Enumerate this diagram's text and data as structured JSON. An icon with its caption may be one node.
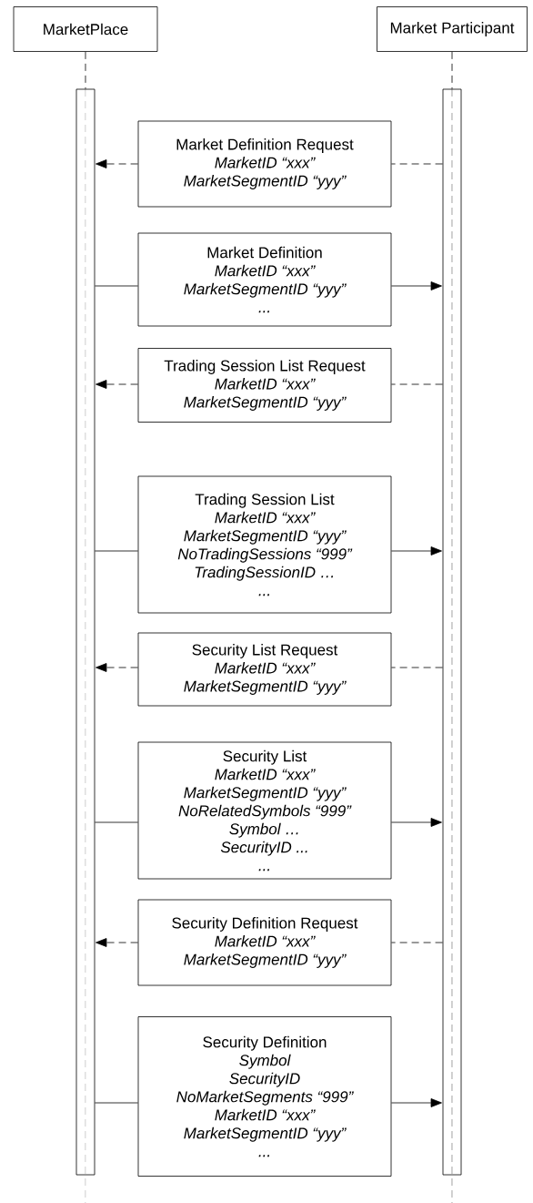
{
  "diagram": {
    "nodes": [
      {
        "text": [
          "MarketPlace"
        ]
      },
      {
        "text": [
          "Market Participant"
        ]
      },
      {
        "text": [],
        "shape": "bar"
      },
      {
        "text": [],
        "shape": "bar"
      },
      {
        "text": [
          "Market Definition Request",
          "MarketID “xxx”",
          "MarketSegmentID “yyy”"
        ]
      },
      {
        "text": [
          "Market Definition",
          "MarketID “xxx”",
          "MarketSegmentID “yyy”",
          "..."
        ]
      },
      {
        "text": [
          "Trading Session List Request",
          "MarketID “xxx”",
          "MarketSegmentID “yyy”"
        ]
      },
      {
        "text": [
          "Trading Session List",
          "MarketID “xxx”",
          "MarketSegmentID “yyy”",
          "NoTradingSessions “999”",
          "TradingSessionID …",
          "..."
        ]
      },
      {
        "text": [
          "Security List Request",
          "MarketID “xxx”",
          "MarketSegmentID “yyy”"
        ]
      },
      {
        "text": [
          "Security List",
          "MarketID “xxx”",
          "MarketSegmentID “yyy”",
          "NoRelatedSymbols “999”",
          "Symbol …",
          "SecurityID ...",
          "..."
        ]
      },
      {
        "text": [
          "Security Definition Request",
          "MarketID “xxx”",
          "MarketSegmentID “yyy”"
        ]
      },
      {
        "text": [
          "Security Definition",
          "Symbol",
          "SecurityID",
          "NoMarketSegments “999”",
          "MarketID “xxx”",
          "MarketSegmentID “yyy”",
          "..."
        ]
      }
    ],
    "edges": [
      {
        "from": 0,
        "to": 2,
        "arrow": "none",
        "style": "dashed"
      },
      {
        "from": 1,
        "to": 3,
        "arrow": "none",
        "style": "dashed"
      },
      {
        "from": 3,
        "to": 4,
        "arrow": "none",
        "style": "dashed"
      },
      {
        "from": 4,
        "to": 2,
        "arrow": "to",
        "style": "dashed"
      },
      {
        "from": 2,
        "to": 5,
        "arrow": "none"
      },
      {
        "from": 5,
        "to": 3,
        "arrow": "to"
      },
      {
        "from": 3,
        "to": 6,
        "arrow": "none",
        "style": "dashed"
      },
      {
        "from": 6,
        "to": 2,
        "arrow": "to",
        "style": "dashed"
      },
      {
        "from": 2,
        "to": 7,
        "arrow": "none"
      },
      {
        "from": 7,
        "to": 3,
        "arrow": "to"
      },
      {
        "from": 3,
        "to": 8,
        "arrow": "none",
        "style": "dashed"
      },
      {
        "from": 8,
        "to": 2,
        "arrow": "to",
        "style": "dashed"
      },
      {
        "from": 2,
        "to": 9,
        "arrow": "none"
      },
      {
        "from": 9,
        "to": 3,
        "arrow": "to"
      },
      {
        "from": 3,
        "to": 10,
        "arrow": "none",
        "style": "dashed"
      },
      {
        "from": 10,
        "to": 2,
        "arrow": "to",
        "style": "dashed"
      },
      {
        "from": 2,
        "to": 11,
        "arrow": "none"
      },
      {
        "from": 11,
        "to": 3,
        "arrow": "to"
      }
    ]
  }
}
